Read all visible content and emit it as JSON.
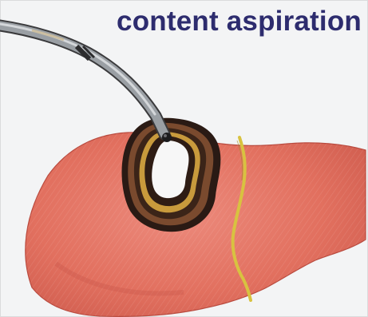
{
  "title": "content aspiration",
  "colors": {
    "title": "#2d2c6e",
    "background": "#f3f4f5",
    "liver": "#e5766a",
    "liver_shade": "#c9564b",
    "cyst_wall_dark": "#2a1a14",
    "cyst_wall_brown": "#7a4a2e",
    "cyst_wall_ochre": "#c89a3c",
    "suture": "#d8c240",
    "tube": "#9a9fa4",
    "tube_dark": "#3a3a3c"
  },
  "elements": {
    "liver": "liver",
    "cyst": "cyst",
    "cyst_cavity": "cyst-cavity",
    "aspiration_tube": "aspiration-tube",
    "tube_tip": "tube-tip",
    "ligature": "ligature"
  }
}
